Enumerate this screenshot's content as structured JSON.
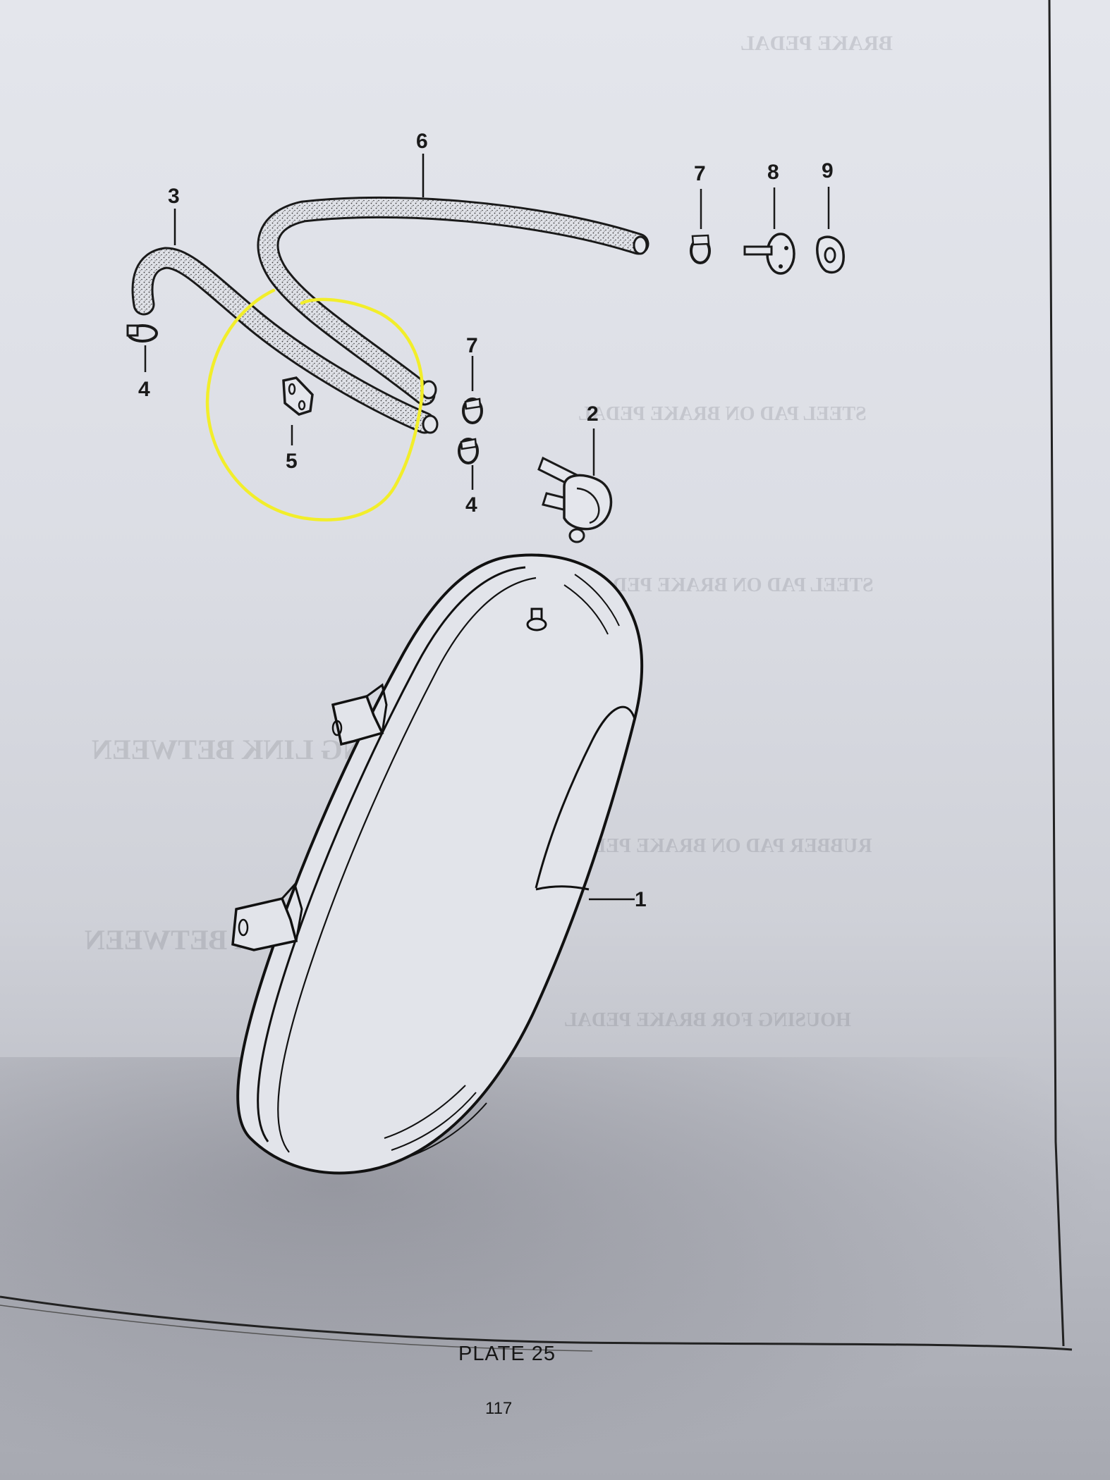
{
  "plate": {
    "caption": "PLATE 25",
    "page_number": "117"
  },
  "callouts": {
    "c1": "1",
    "c2": "2",
    "c3": "3",
    "c4a": "4",
    "c4b": "4",
    "c5": "5",
    "c6": "6",
    "c7a": "7",
    "c7b": "7",
    "c8": "8",
    "c9": "9"
  },
  "highlight": {
    "color": "#f2ee2a",
    "encircles_part": "5"
  }
}
